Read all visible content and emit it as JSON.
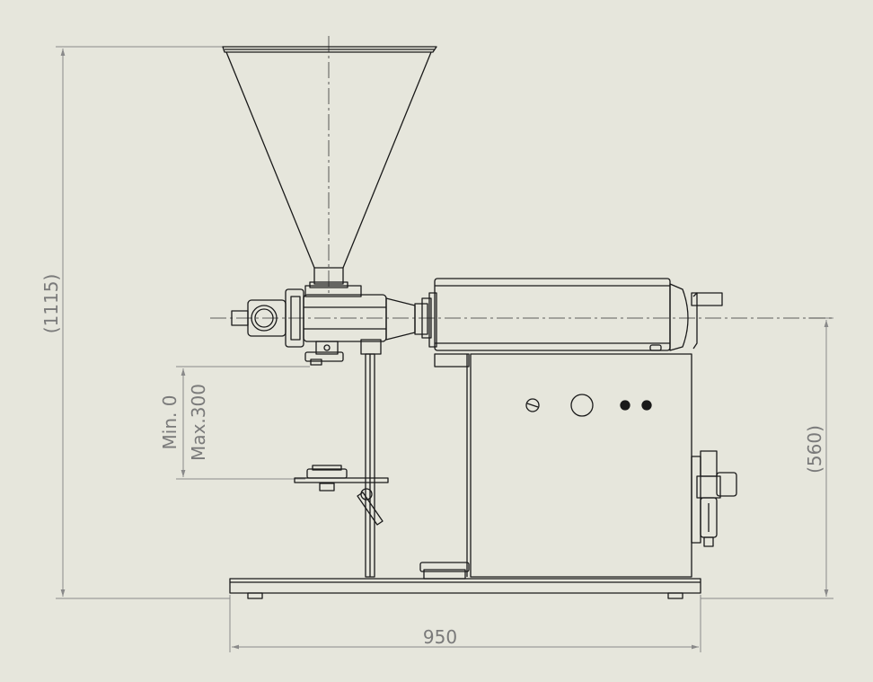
{
  "background_color": "#e6e6dc",
  "line_color": "#1a1a1a",
  "dimension_color": "#8a8a8a",
  "dimensions": {
    "overall_height": "(1115)",
    "base_width": "950",
    "cabinet_height": "(560)",
    "table_adjust_min": "Min. 0",
    "table_adjust_max": "Max.300"
  }
}
